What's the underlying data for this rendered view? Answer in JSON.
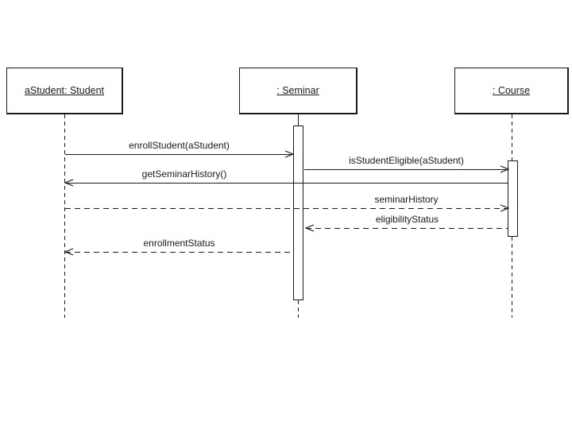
{
  "diagram": {
    "kind": "uml-sequence-diagram",
    "background_color": "#ffffff",
    "line_color": "#1a1a1a",
    "objects": [
      {
        "label": "aStudent: Student"
      },
      {
        "label": ": Seminar"
      },
      {
        "label": ": Course"
      }
    ],
    "messages": [
      {
        "label": "enrollStudent(aStudent)",
        "from": "aStudent: Student",
        "to": ": Seminar",
        "line": "solid",
        "direction": "right"
      },
      {
        "label": "isStudentEligible(aStudent)",
        "from": ": Seminar",
        "to": ": Course",
        "line": "solid",
        "direction": "right"
      },
      {
        "label": "getSeminarHistory()",
        "from": ": Course",
        "to": "aStudent: Student",
        "line": "solid",
        "direction": "left"
      },
      {
        "label": "seminarHistory",
        "from": "aStudent: Student",
        "to": ": Course",
        "line": "dashed",
        "direction": "right"
      },
      {
        "label": "eligibilityStatus",
        "from": ": Course",
        "to": ": Seminar",
        "line": "dashed",
        "direction": "left"
      },
      {
        "label": "enrollmentStatus",
        "from": ": Seminar",
        "to": "aStudent: Student",
        "line": "dashed",
        "direction": "left"
      }
    ]
  }
}
